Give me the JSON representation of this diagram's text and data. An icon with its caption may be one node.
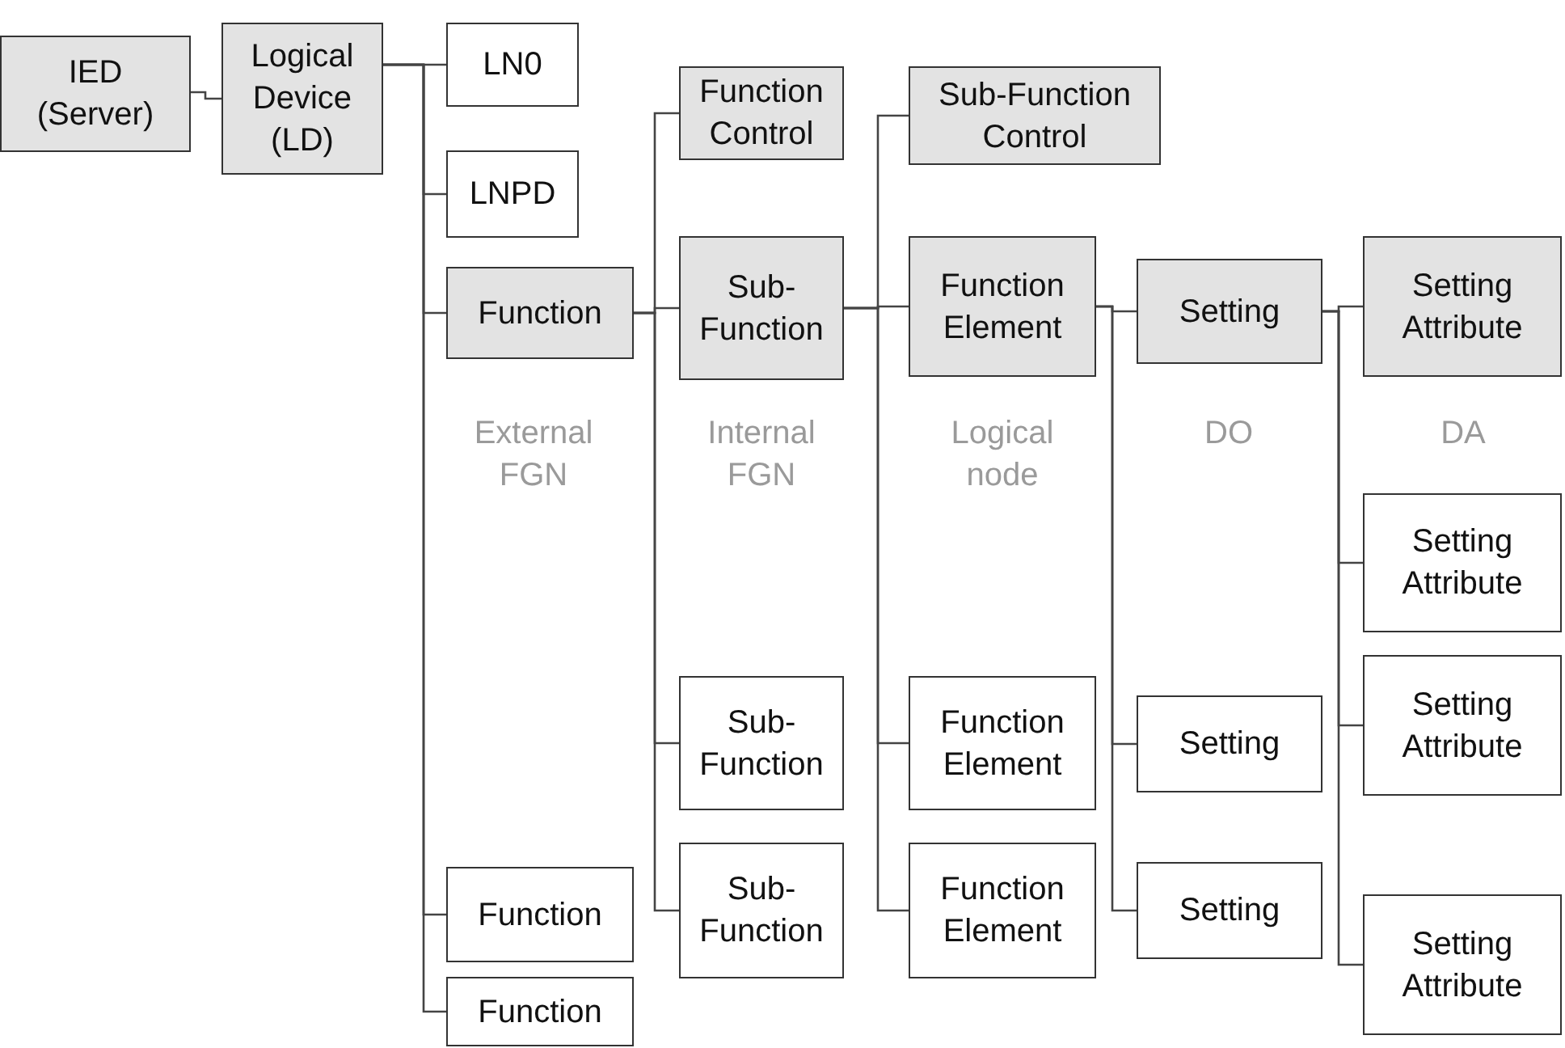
{
  "diagram": {
    "nodes": [
      {
        "text": [
          "IED (Server)"
        ]
      },
      {
        "text": [
          "Logical Device (LD)"
        ]
      },
      {
        "text": [
          "LN0"
        ]
      },
      {
        "text": [
          "LNPD"
        ]
      },
      {
        "text": [
          "Function"
        ]
      },
      {
        "text": [
          "Function Control"
        ]
      },
      {
        "text": [
          "Sub-Function"
        ]
      },
      {
        "text": [
          "Sub-Function Control"
        ]
      },
      {
        "text": [
          "Function Element"
        ]
      },
      {
        "text": [
          "Setting"
        ]
      },
      {
        "text": [
          "Setting Attribute"
        ]
      },
      {
        "text": [
          "Setting Attribute"
        ]
      },
      {
        "text": [
          "Setting Attribute"
        ]
      },
      {
        "text": [
          "Sub-Function"
        ]
      },
      {
        "text": [
          "Function Element"
        ]
      },
      {
        "text": [
          "Setting"
        ]
      },
      {
        "text": [
          "Function"
        ]
      },
      {
        "text": [
          "Sub-Function"
        ]
      },
      {
        "text": [
          "Function Element"
        ]
      },
      {
        "text": [
          "Setting"
        ]
      },
      {
        "text": [
          "Setting Attribute"
        ]
      },
      {
        "text": [
          "Function"
        ]
      }
    ],
    "edges": [
      {
        "from": 0,
        "to": 1,
        "arrow": "none"
      },
      {
        "from": 1,
        "to": 2,
        "arrow": "none"
      },
      {
        "from": 1,
        "to": 3,
        "arrow": "none"
      },
      {
        "from": 1,
        "to": 4,
        "arrow": "none"
      },
      {
        "from": 1,
        "to": 16,
        "arrow": "none"
      },
      {
        "from": 1,
        "to": 21,
        "arrow": "none"
      },
      {
        "from": 4,
        "to": 5,
        "arrow": "none"
      },
      {
        "from": 4,
        "to": 6,
        "arrow": "none"
      },
      {
        "from": 4,
        "to": 13,
        "arrow": "none"
      },
      {
        "from": 4,
        "to": 17,
        "arrow": "none"
      },
      {
        "from": 6,
        "to": 7,
        "arrow": "none"
      },
      {
        "from": 6,
        "to": 8,
        "arrow": "none"
      },
      {
        "from": 6,
        "to": 14,
        "arrow": "none"
      },
      {
        "from": 6,
        "to": 18,
        "arrow": "none"
      },
      {
        "from": 8,
        "to": 9,
        "arrow": "none"
      },
      {
        "from": 8,
        "to": 15,
        "arrow": "none"
      },
      {
        "from": 8,
        "to": 19,
        "arrow": "none"
      },
      {
        "from": 9,
        "to": 10,
        "arrow": "none"
      },
      {
        "from": 9,
        "to": 11,
        "arrow": "none"
      },
      {
        "from": 9,
        "to": 12,
        "arrow": "none"
      },
      {
        "from": 9,
        "to": 20,
        "arrow": "none"
      }
    ],
    "labels": [
      "External FGN",
      "Internal FGN",
      "Logical node",
      "DO",
      "DA"
    ]
  }
}
